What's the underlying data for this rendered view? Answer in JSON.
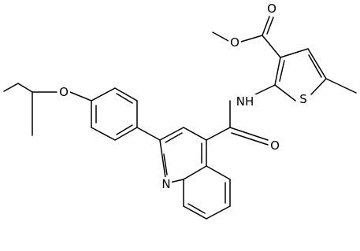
{
  "molecule": {
    "atoms": {
      "o_isopropoxy": "O",
      "o_ester_single": "O",
      "o_ester_double": "O",
      "o_amide": "O",
      "n_amide": "NH",
      "s_thiophene": "S",
      "n_quinoline": "N"
    },
    "colors": {
      "bond": "#000000",
      "label": "#000000",
      "background": "#ffffff"
    }
  }
}
